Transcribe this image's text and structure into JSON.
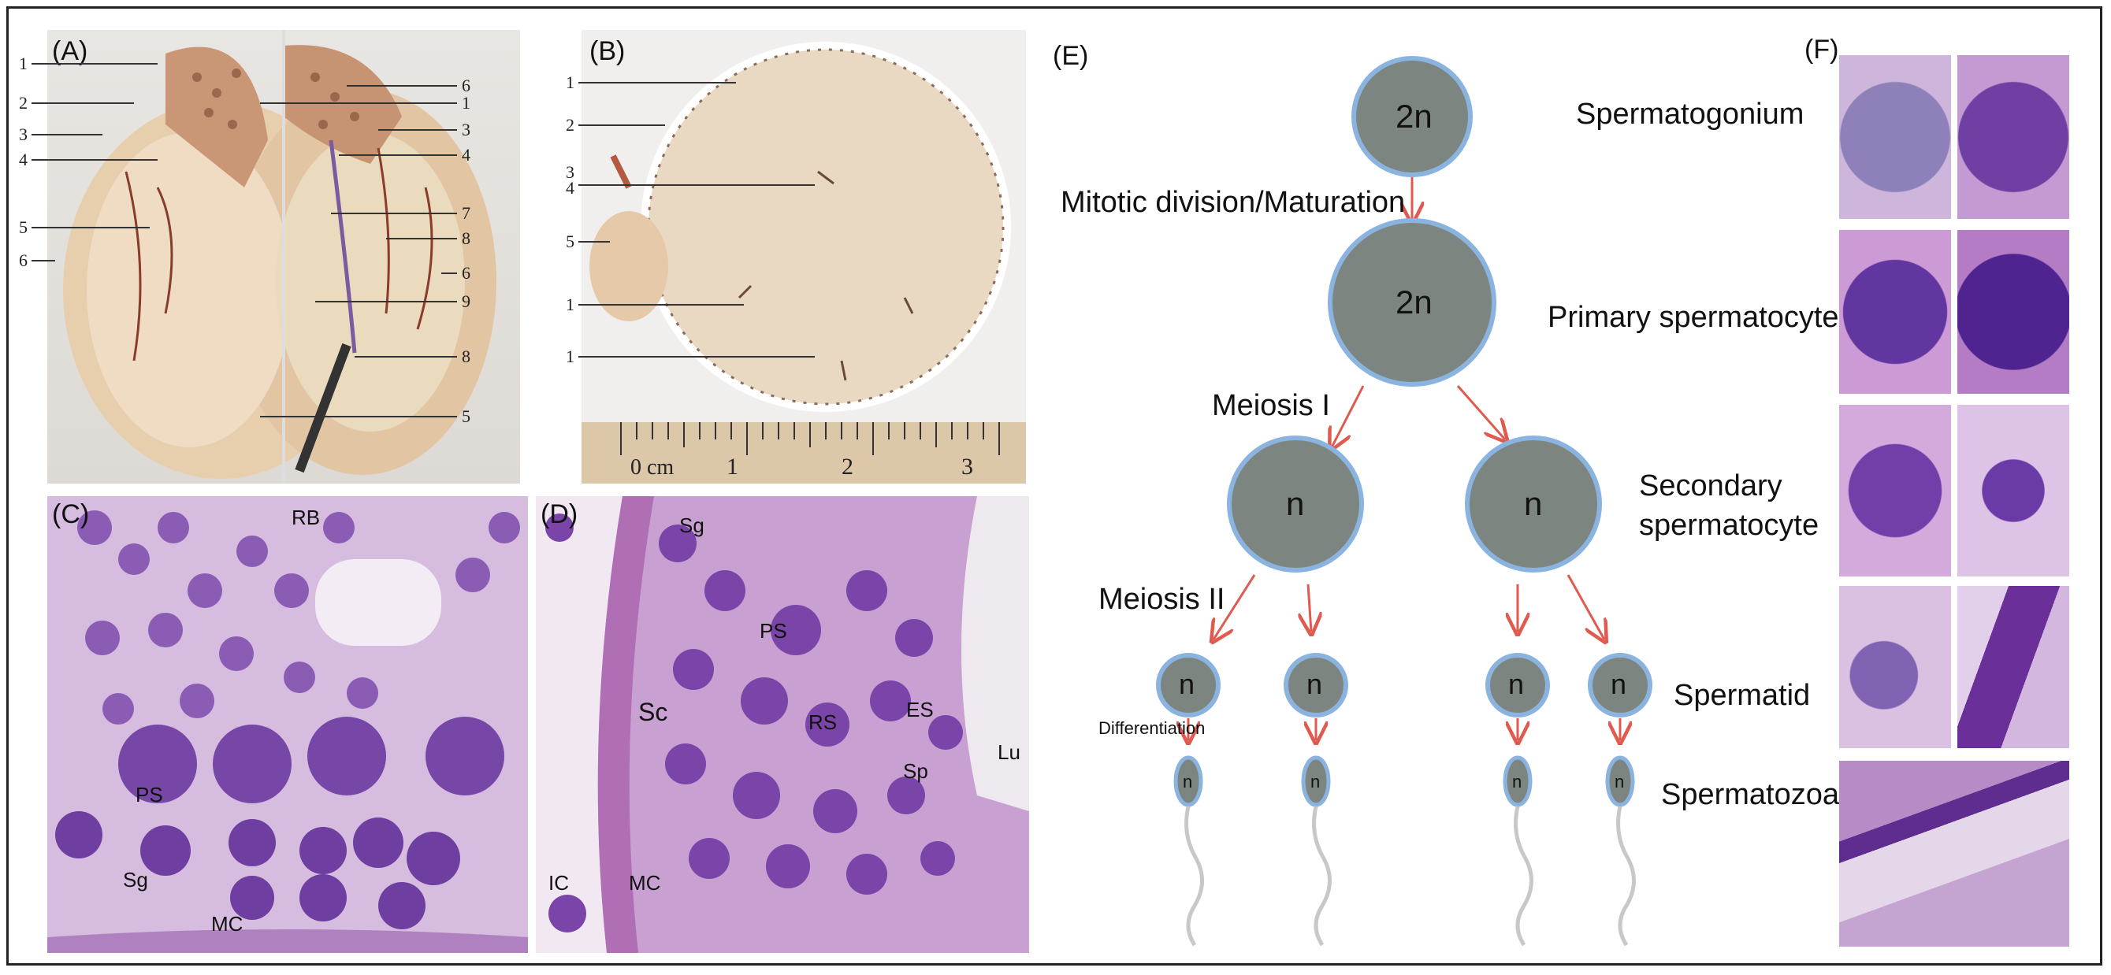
{
  "panels": {
    "A": {
      "label": "(A)",
      "numbers_left": [
        "1",
        "2",
        "3",
        "4",
        "5",
        "6"
      ],
      "numbers_right": [
        "6",
        "1",
        "3",
        "4",
        "7",
        "8",
        "6",
        "9",
        "8",
        "5"
      ]
    },
    "B": {
      "label": "(B)",
      "numbers": [
        "1",
        "2",
        "3",
        "4",
        "5",
        "1",
        "1"
      ],
      "ruler": [
        "0 cm",
        "1",
        "2",
        "3"
      ]
    },
    "C": {
      "label": "(C)",
      "labels": [
        "RB",
        "PS",
        "Sg",
        "MC"
      ]
    },
    "D": {
      "label": "(D)",
      "labels": [
        "Sg",
        "PS",
        "Sc",
        "RS",
        "ES",
        "Sp",
        "Lu",
        "IC",
        "MC"
      ]
    },
    "E": {
      "label": "(E)",
      "cells": {
        "spermatogonium": "2n",
        "primary": "2n",
        "secondary_left": "n",
        "secondary_right": "n",
        "spermatid_1": "n",
        "spermatid_2": "n",
        "spermatid_3": "n",
        "spermatid_4": "n",
        "sperm_1": "n",
        "sperm_2": "n",
        "sperm_3": "n",
        "sperm_4": "n"
      },
      "steps": {
        "mitotic": "Mitotic division/Maturation",
        "meiosis1": "Meiosis I",
        "meiosis2": "Meiosis II",
        "differentiation": "Differentiation"
      },
      "stages": {
        "spermatogonium": "Spermatogonium",
        "primary": "Primary spermatocyte",
        "secondary_1": "Secondary",
        "secondary_2": "spermatocyte",
        "spermatid": "Spermatid",
        "spermatozoa": "Spermatozoa"
      },
      "colors": {
        "cell_fill": "#7d8580",
        "cell_stroke": "#8ab4df",
        "arrow": "#e05a50"
      }
    },
    "F": {
      "label": "(F)"
    }
  }
}
